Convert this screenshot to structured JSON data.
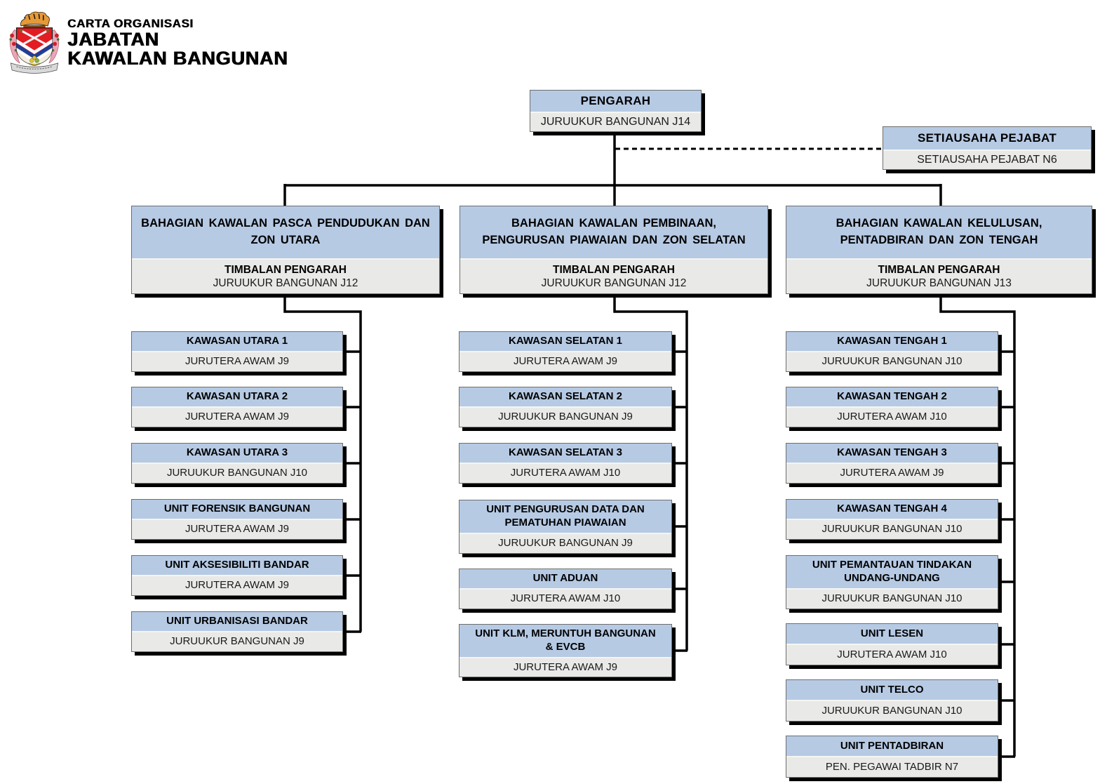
{
  "branding": {
    "logo": "kuala-lumpur-city-crest",
    "title_line1": "CARTA ORGANISASI",
    "title_line2": "JABATAN",
    "title_line3": "KAWALAN BANGUNAN"
  },
  "colors": {
    "box_header_blue": "#b6cae4",
    "box_body_grey": "#e9e9e7",
    "box_shadow": "#000000",
    "connector": "#000000",
    "background": "#ffffff"
  },
  "pengarah": {
    "title": "PENGARAH",
    "grade": "JURUUKUR BANGUNAN J14"
  },
  "setiausaha": {
    "title": "SETIAUSAHA PEJABAT",
    "grade": "SETIAUSAHA PEJABAT N6"
  },
  "divisions": [
    {
      "name": "BAHAGIAN KAWALAN PASCA PENDUDUKAN DAN\nZON UTARA",
      "role": "TIMBALAN PENGARAH",
      "grade": "JURUUKUR BANGUNAN J12",
      "units": [
        {
          "title": "KAWASAN UTARA 1",
          "grade": "JURUTERA AWAM J9"
        },
        {
          "title": "KAWASAN UTARA 2",
          "grade": "JURUTERA AWAM J9"
        },
        {
          "title": "KAWASAN UTARA 3",
          "grade": "JURUUKUR BANGUNAN J10"
        },
        {
          "title": "UNIT FORENSIK BANGUNAN",
          "grade": "JURUTERA AWAM J9"
        },
        {
          "title": "UNIT AKSESIBILITI BANDAR",
          "grade": "JURUTERA AWAM J9"
        },
        {
          "title": "UNIT URBANISASI BANDAR",
          "grade": "JURUUKUR BANGUNAN J9"
        }
      ]
    },
    {
      "name": "BAHAGIAN KAWALAN PEMBINAAN,\nPENGURUSAN PIAWAIAN DAN ZON SELATAN",
      "role": "TIMBALAN PENGARAH",
      "grade": "JURUUKUR BANGUNAN J12",
      "units": [
        {
          "title": "KAWASAN SELATAN 1",
          "grade": "JURUTERA AWAM J9"
        },
        {
          "title": "KAWASAN SELATAN 2",
          "grade": "JURUUKUR BANGUNAN J9"
        },
        {
          "title": "KAWASAN SELATAN 3",
          "grade": "JURUTERA AWAM J10"
        },
        {
          "title": "UNIT PENGURUSAN DATA DAN\nPEMATUHAN PIAWAIAN",
          "grade": "JURUUKUR BANGUNAN J9"
        },
        {
          "title": "UNIT ADUAN",
          "grade": "JURUTERA AWAM J10"
        },
        {
          "title": "UNIT KLM, MERUNTUH BANGUNAN\n& EVCB",
          "grade": "JURUTERA AWAM J9"
        }
      ]
    },
    {
      "name": "BAHAGIAN KAWALAN KELULUSAN,\nPENTADBIRAN DAN ZON TENGAH",
      "role": "TIMBALAN PENGARAH",
      "grade": "JURUUKUR BANGUNAN J13",
      "units": [
        {
          "title": "KAWASAN TENGAH 1",
          "grade": "JURUUKUR BANGUNAN J10"
        },
        {
          "title": "KAWASAN TENGAH 2",
          "grade": "JURUTERA AWAM J10"
        },
        {
          "title": "KAWASAN TENGAH 3",
          "grade": "JURUTERA AWAM J9"
        },
        {
          "title": "KAWASAN TENGAH 4",
          "grade": "JURUUKUR BANGUNAN J10"
        },
        {
          "title": "UNIT PEMANTAUAN TINDAKAN\nUNDANG-UNDANG",
          "grade": "JURUUKUR BANGUNAN J10"
        },
        {
          "title": "UNIT LESEN",
          "grade": "JURUTERA AWAM J10"
        },
        {
          "title": "UNIT TELCO",
          "grade": "JURUUKUR BANGUNAN J10"
        },
        {
          "title": "UNIT PENTADBIRAN",
          "grade": "PEN. PEGAWAI TADBIR N7"
        }
      ]
    }
  ]
}
